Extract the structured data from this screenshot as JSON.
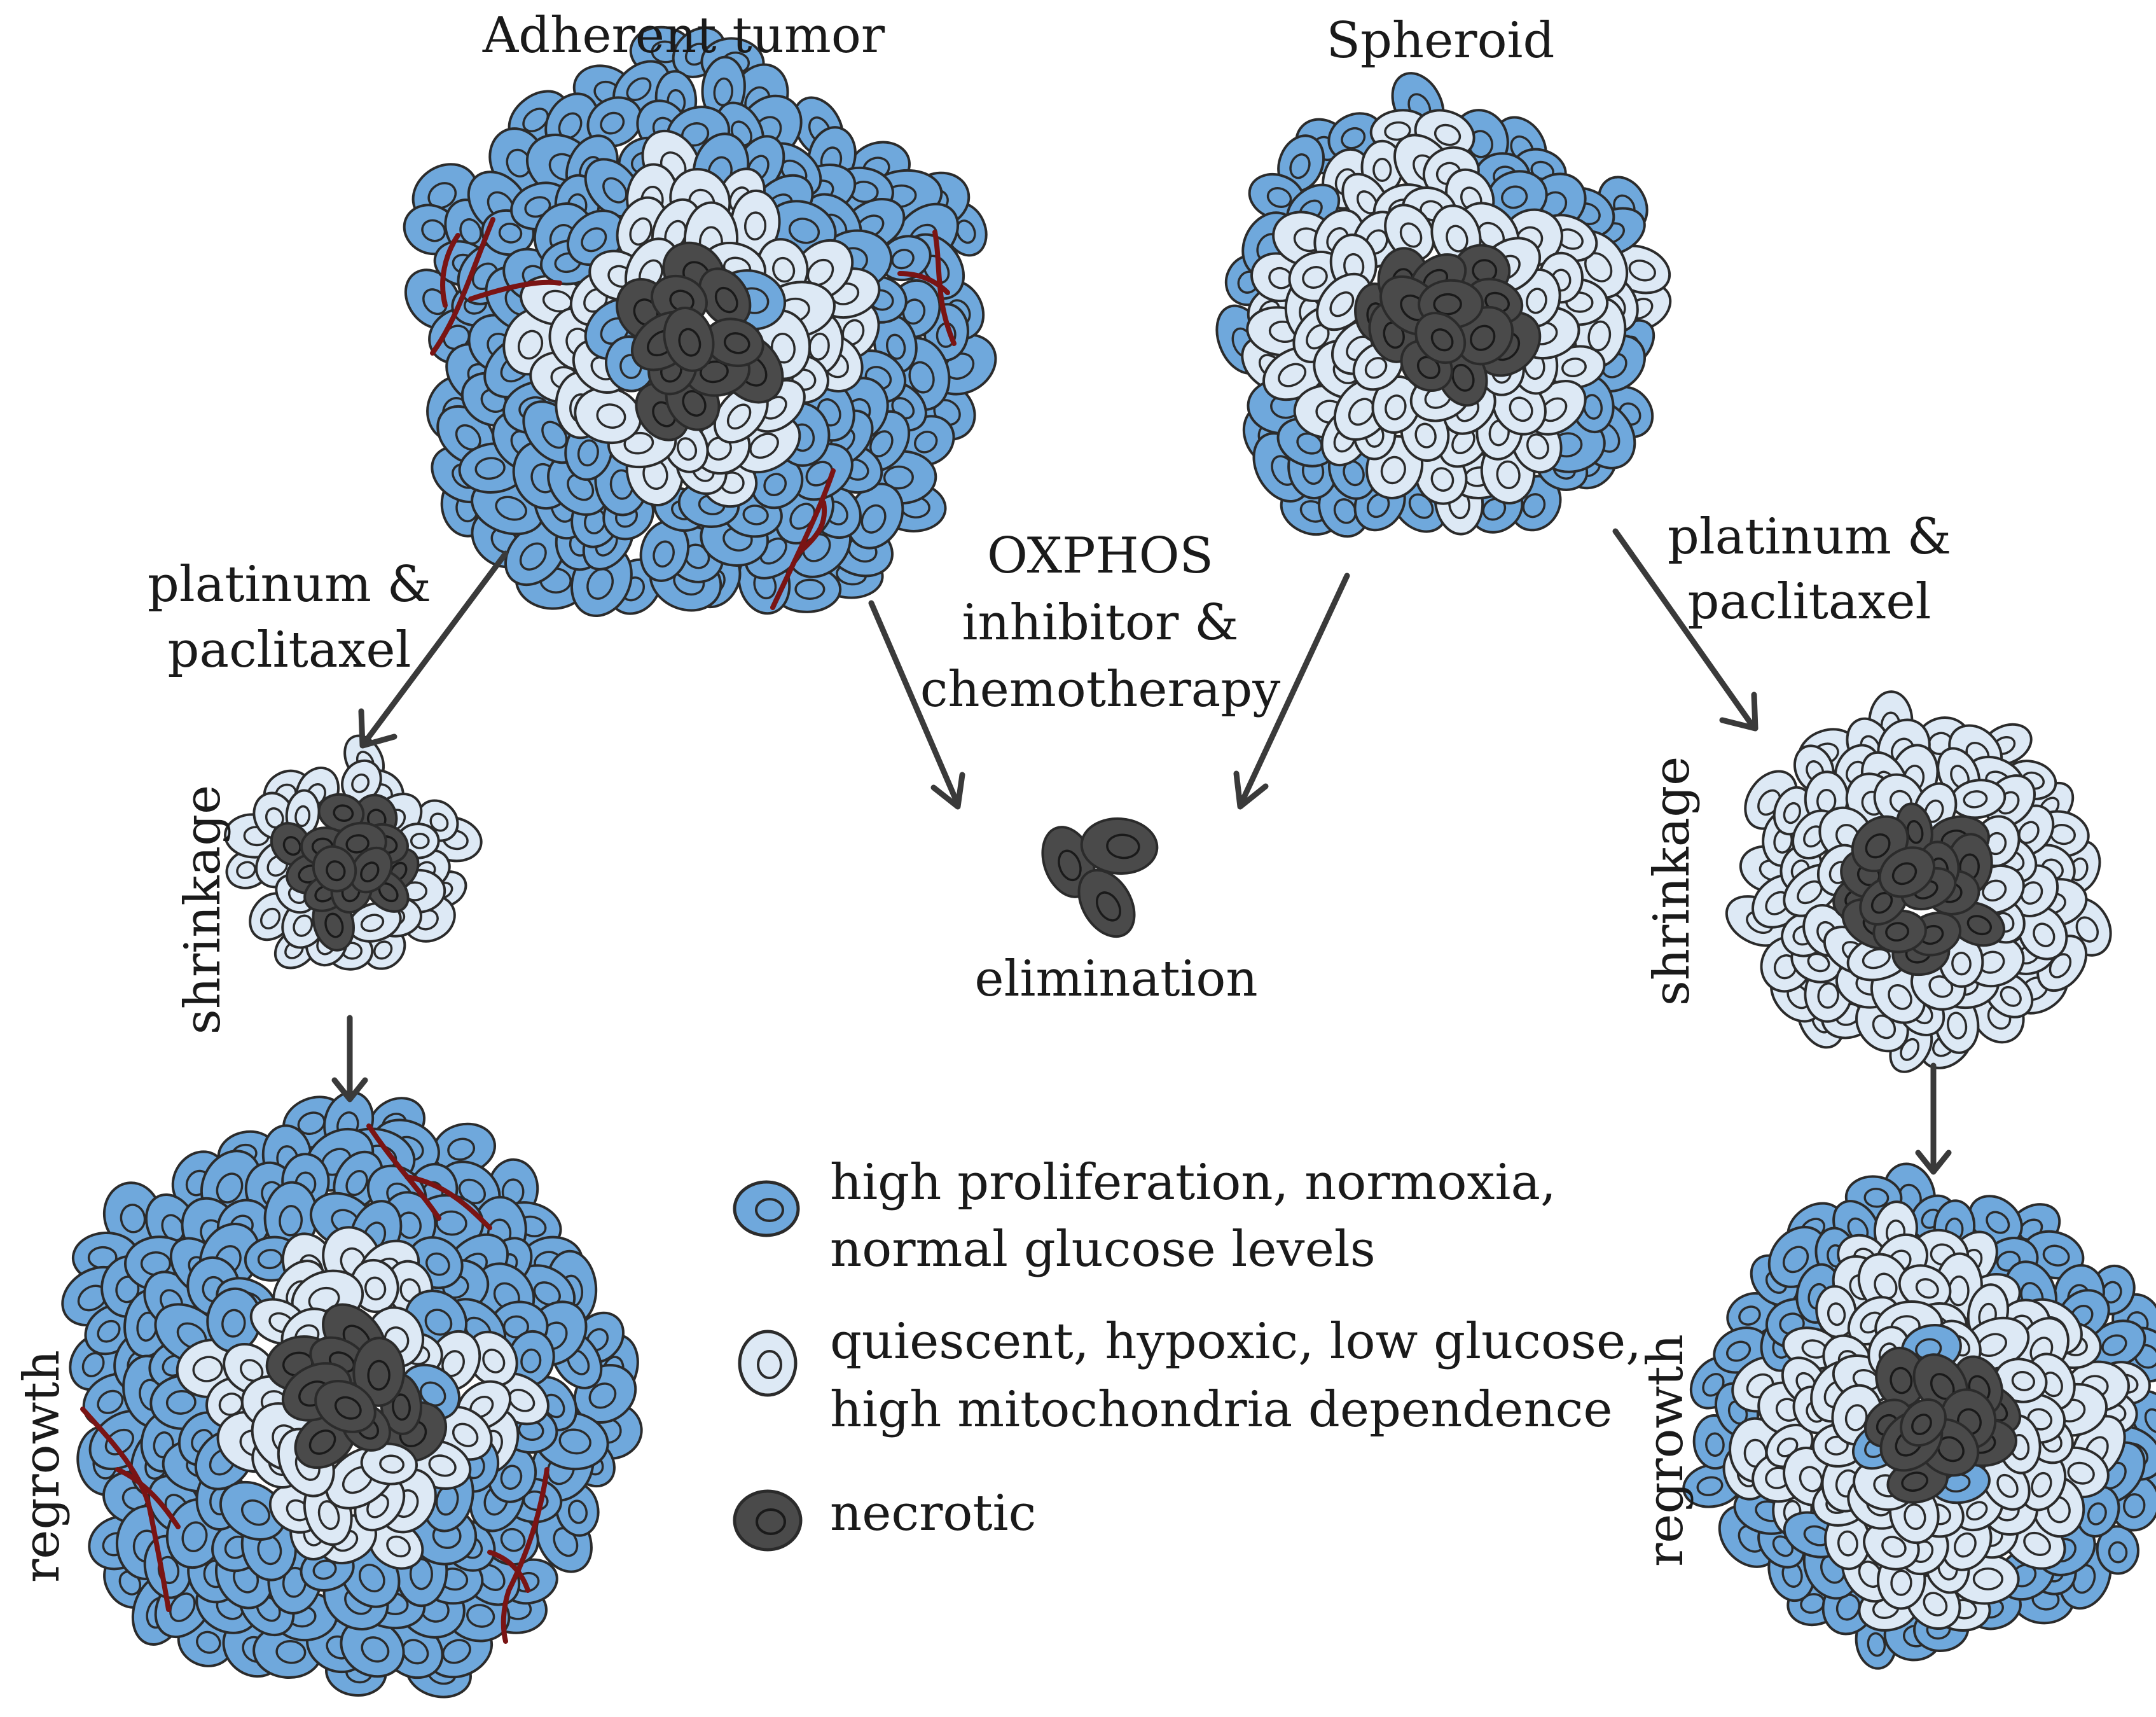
{
  "labels": {
    "adherent_tumor": "Adherent tumor",
    "spheroid": "Spheroid",
    "left_treatment_line1": "platinum &",
    "left_treatment_line2": "paclitaxel",
    "right_treatment_line1": "platinum &",
    "right_treatment_line2": "paclitaxel",
    "center_treatment_line1": "OXPHOS",
    "center_treatment_line2": "inhibitor &",
    "center_treatment_line3": "chemotherapy",
    "left_shrinkage": "shrinkage",
    "right_shrinkage": "shrinkage",
    "left_regrowth": "regrowth",
    "right_regrowth": "regrowth",
    "elimination": "elimination"
  },
  "legend": [
    {
      "cell_type": "proliferating",
      "line1": "high proliferation, normoxia,",
      "line2": "normal glucose levels"
    },
    {
      "cell_type": "quiescent",
      "line1": "quiescent, hypoxic, low glucose,",
      "line2": "high mitochondria dependence"
    },
    {
      "cell_type": "necrotic",
      "line1": "necrotic",
      "line2": ""
    }
  ],
  "colors": {
    "proliferating": "#6fa8dc",
    "quiescent": "#dde9f5",
    "necrotic": "#4a4a4a",
    "cell_outline": "#2b2b2b",
    "vessel": "#7a1414",
    "arrow": "#3a3a3a"
  }
}
